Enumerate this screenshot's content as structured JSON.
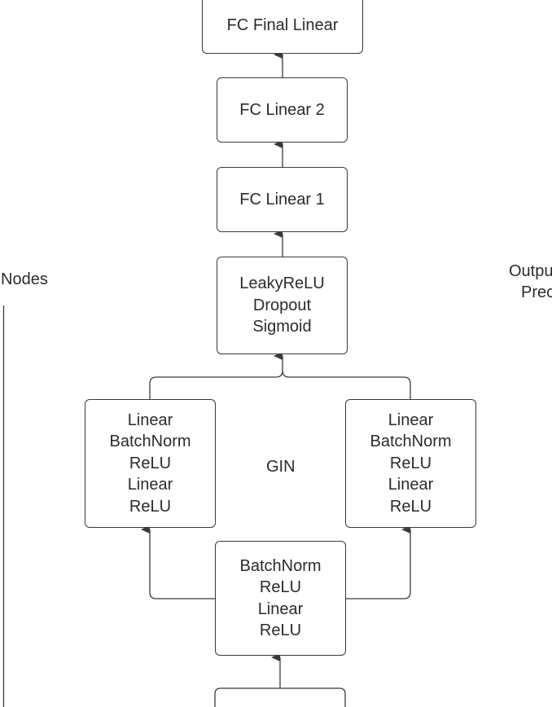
{
  "diagram": {
    "fc_final": {
      "lines": [
        "FC Final Linear"
      ]
    },
    "fc2": {
      "lines": [
        "FC Linear 2"
      ]
    },
    "fc1": {
      "lines": [
        "FC Linear 1"
      ]
    },
    "activation": {
      "lines": [
        "LeakyReLU",
        "Dropout",
        "Sigmoid"
      ]
    },
    "gin_left": {
      "lines": [
        "Linear",
        "BatchNorm",
        "ReLU",
        "Linear",
        "ReLU"
      ]
    },
    "gin_right": {
      "lines": [
        "Linear",
        "BatchNorm",
        "ReLU",
        "Linear",
        "ReLU"
      ]
    },
    "pre_block": {
      "lines": [
        "BatchNorm",
        "ReLU",
        "Linear",
        "ReLU"
      ]
    },
    "gin_label": "GIN",
    "nodes_label": "Nodes",
    "output_label": {
      "lines": [
        "Outpu",
        "Prec"
      ]
    }
  },
  "colors": {
    "stroke": "#3a3a3a",
    "text": "#2b2b2b",
    "background": "#ffffff"
  }
}
